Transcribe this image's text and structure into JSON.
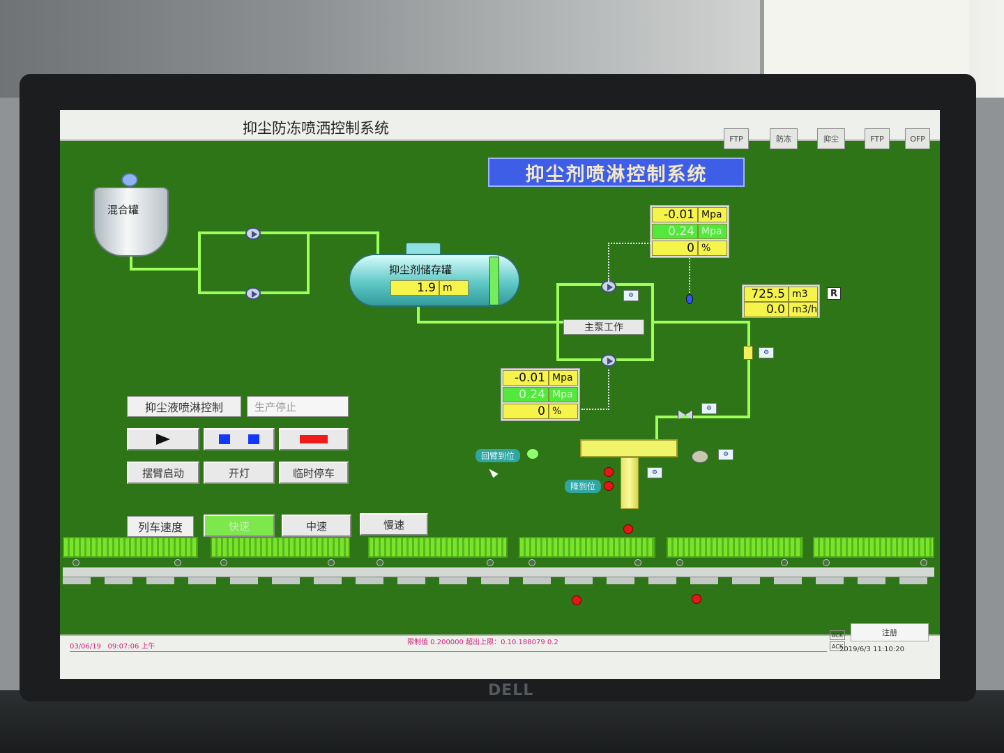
{
  "window": {
    "title": "抑尘防冻喷洒控制系统"
  },
  "toolbar": [
    {
      "label": "FTP"
    },
    {
      "label": "防冻"
    },
    {
      "label": "抑尘"
    },
    {
      "label": "FTP"
    },
    {
      "label": "OFP"
    }
  ],
  "banner": "抑尘剂喷淋控制系统",
  "mix_tank": {
    "label": "混合罐"
  },
  "storage_tank": {
    "label": "抑尘剂储存罐",
    "level_value": "1.9",
    "level_unit": "m"
  },
  "readouts_top": [
    {
      "value": "-0.01",
      "unit": "Mpa",
      "style": "yellow"
    },
    {
      "value": "0.24",
      "unit": "Mpa",
      "style": "green"
    },
    {
      "value": "0",
      "unit": "%",
      "style": "yellow"
    }
  ],
  "readouts_mid": [
    {
      "value": "-0.01",
      "unit": "Mpa",
      "style": "yellow"
    },
    {
      "value": "0.24",
      "unit": "Mpa",
      "style": "green"
    },
    {
      "value": "0",
      "unit": "%",
      "style": "yellow"
    }
  ],
  "flow": {
    "total_value": "725.5",
    "total_unit": "m3",
    "rate_value": "0.0",
    "rate_unit": "m3/h",
    "r_label": "R"
  },
  "main_pump_label": "主泵工作",
  "control": {
    "title": "抑尘液喷淋控制",
    "status": "生产停止",
    "arm_start": "摆臂启动",
    "light_on": "开灯",
    "temp_stop": "临时停车"
  },
  "train_speed": {
    "label": "列车速度",
    "fast": "快速",
    "medium": "中速",
    "slow": "慢速"
  },
  "arm_tags": {
    "return": "回臂到位",
    "lower": "降到位"
  },
  "statusbar": {
    "date": "03/06/19",
    "time": "09:07:06 上午",
    "alarm": "限制值 0.200000  超出上限：0.10.188079    0.2",
    "ack1": "ACK",
    "ack2": "ACK",
    "register": "注册",
    "clock": "2019/6/3 11:10:20"
  },
  "brand": "DELL",
  "colors": {
    "screen_bg": "#2e7518",
    "pipe": "#9cff5a",
    "banner": "#3e5ee8"
  }
}
